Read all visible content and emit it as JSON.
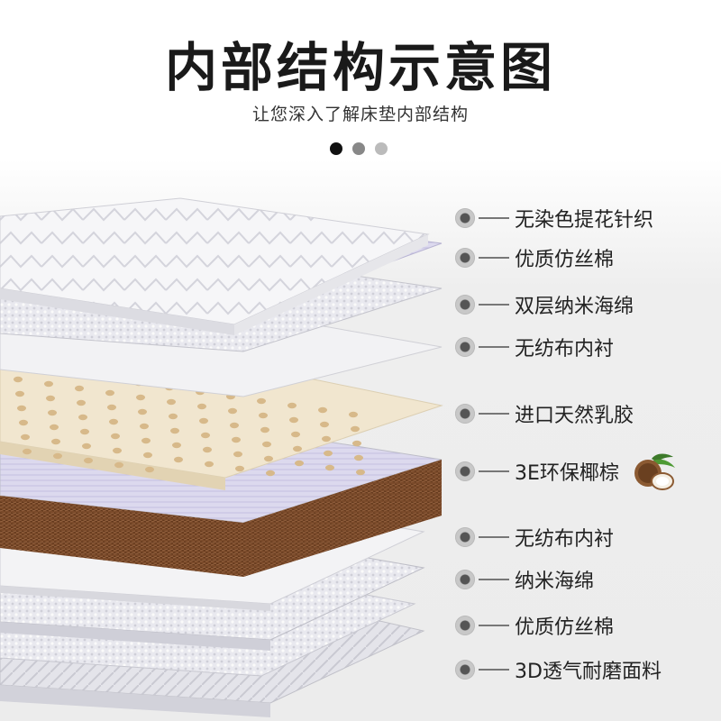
{
  "header": {
    "title": "内部结构示意图",
    "subtitle": "让您深入了解床垫内部结构",
    "dot_colors": [
      "#111111",
      "#888888",
      "#bbbbbb"
    ]
  },
  "layers": [
    {
      "label": "无染色提花针织"
    },
    {
      "label": "优质仿丝棉"
    },
    {
      "label": "双层纳米海绵"
    },
    {
      "label": "无纺布内衬"
    },
    {
      "label": "进口天然乳胶"
    },
    {
      "label": "3E环保椰棕",
      "icon": "coconut-icon"
    },
    {
      "label": "无纺布内衬"
    },
    {
      "label": "纳米海绵"
    },
    {
      "label": "优质仿丝棉"
    },
    {
      "label": "3D透气耐磨面料"
    }
  ],
  "colors": {
    "latex": "#f1e6cf",
    "coir": "#7a4a2a",
    "knit": "#f4f4f7",
    "silk": "#d9d6ea",
    "foam": "#e6e6ec"
  }
}
